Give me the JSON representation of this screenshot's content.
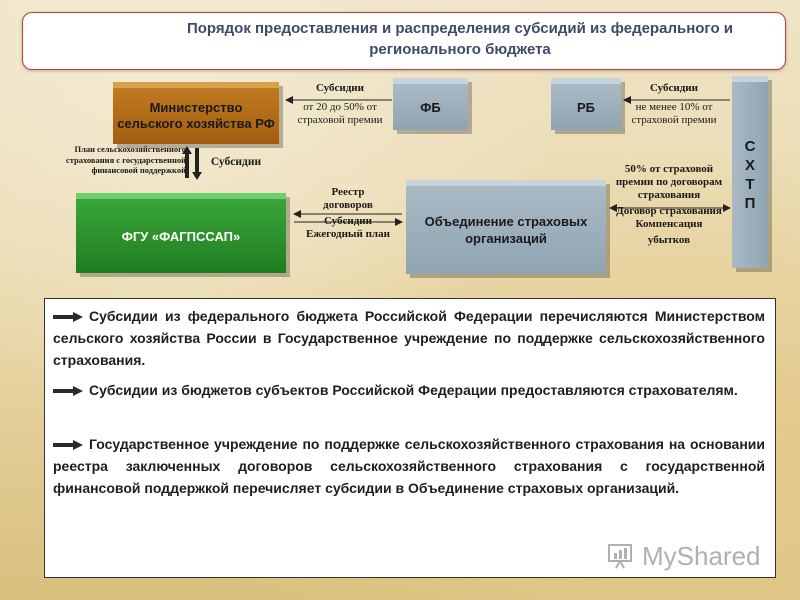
{
  "title": {
    "line1": "Порядок предоставления и распределения субсидий из федерального и",
    "line2": "регионального бюджета"
  },
  "boxes": {
    "ministry_line1": "Министерство",
    "ministry_line2": "сельского хозяйства РФ",
    "fgu": "ФГУ «ФАГПССАП»",
    "union_line1": "Объединение страховых",
    "union_line2": "организаций",
    "fb": "ФБ",
    "rb": "РБ",
    "sxtp": [
      "С",
      "Х",
      "Т",
      "П"
    ]
  },
  "labels": {
    "fb_subsidy_title": "Субсидии",
    "fb_subsidy_line1": "от 20 до 50% от",
    "fb_subsidy_line2": "страховой премии",
    "rb_subsidy_title": "Субсидии",
    "rb_subsidy_line1": "не менее 10% от",
    "rb_subsidy_line2": "страховой премии",
    "plan_line1": "План сельскохозяйственного",
    "plan_line2": "страхования с государственной",
    "plan_line3": "финансовой поддержкой",
    "subsidy_vertical": "Субсидии",
    "registry_line1": "Реестр",
    "registry_line2": "договоров",
    "registry_line3": "Субсидии",
    "registry_line4": "Ежегодный план",
    "right_line1": "50% от страховой",
    "right_line2": "премии по договорам",
    "right_line3": "страхования",
    "right_line4": "Договор страхования",
    "right_line5": "Компенсация",
    "right_line6": "убытков"
  },
  "paragraphs": [
    "Субсидии из федерального бюджета Российской Федерации перечисляются Министерством сельского хозяйства России в Государственное учреждение по поддержке сельскохозяйственного страхования.",
    "Субсидии из бюджетов субъектов Российской Федерации предоставляются страхователям.",
    "Государственное учреждение по поддержке сельскохозяйственного страхования на основании реестра заключенных договоров сельскохозяйственного страхования с государственной финансовой поддержкой перечисляет субсидии в Объединение страховых организаций."
  ],
  "watermark": "MyShared",
  "colors": {
    "ministry": "#b36a16",
    "fgu": "#2a942a",
    "steel": "#9bb0bd",
    "title_text": "#3f4a68",
    "title_border": "#d23a3a",
    "logo_red": "#d42a2a"
  },
  "icons": [
    "logo-icon",
    "arrow-bullet-icon",
    "myshared-icon"
  ]
}
